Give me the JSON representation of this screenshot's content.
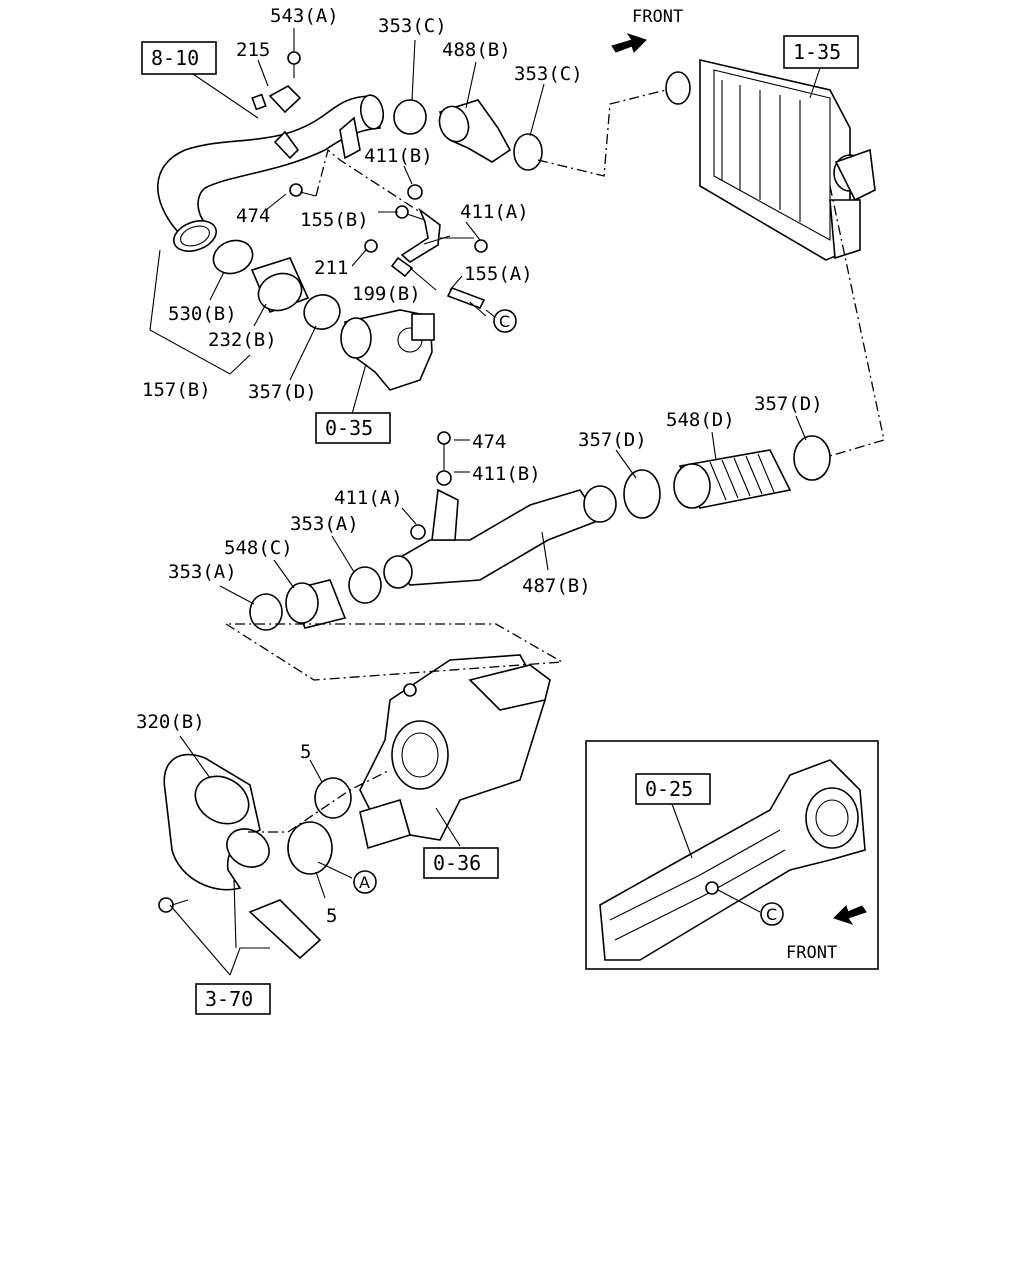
{
  "front_label_top": "FRONT",
  "front_label_inset": "FRONT",
  "ref_boxes": {
    "r_8_10": "8-10",
    "r_1_35": "1-35",
    "r_0_35": "0-35",
    "r_0_36": "0-36",
    "r_0_25": "0-25",
    "r_3_70": "3-70"
  },
  "callouts": {
    "A": "A",
    "C": "C",
    "C_inset": "C"
  },
  "labels": {
    "l543A": "543(A)",
    "l215": "215",
    "l353C_1": "353(C)",
    "l488B": "488(B)",
    "l353C_2": "353(C)",
    "l411B_1": "411(B)",
    "l474_1": "474",
    "l155B": "155(B)",
    "l411A_1": "411(A)",
    "l211": "211",
    "l155A": "155(A)",
    "l199B": "199(B)",
    "l530B": "530(B)",
    "l232B": "232(B)",
    "l157B": "157(B)",
    "l357D_1": "357(D)",
    "l474_2": "474",
    "l411B_2": "411(B)",
    "l357D_2": "357(D)",
    "l548D": "548(D)",
    "l357D_3": "357(D)",
    "l411A_2": "411(A)",
    "l353A_1": "353(A)",
    "l548C": "548(C)",
    "l353A_2": "353(A)",
    "l487B": "487(B)",
    "l320B": "320(B)",
    "l5_1": "5",
    "l5_2": "5"
  }
}
